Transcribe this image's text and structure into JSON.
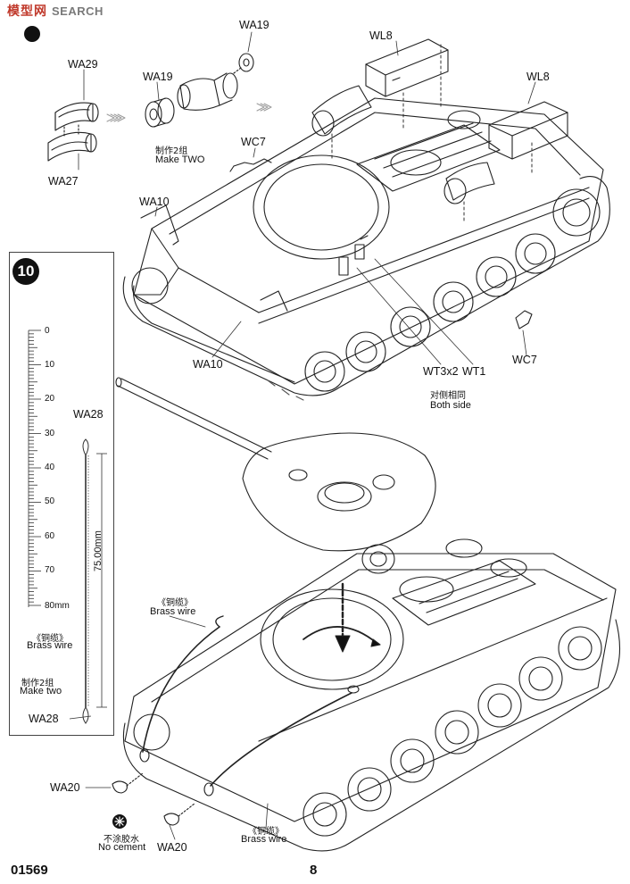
{
  "watermark": {
    "cn": "模型网",
    "en": "SEARCH"
  },
  "step": {
    "number": "10"
  },
  "labels": {
    "wa29": "WA29",
    "wa27": "WA27",
    "wa19_top": "WA19",
    "wa19_left": "WA19",
    "make_two_cn": "制作2组",
    "make_two_en": "Make TWO",
    "wc7_top": "WC7",
    "wl8_left": "WL8",
    "wl8_right": "WL8",
    "wa10_top": "WA10",
    "wa10_bottom": "WA10",
    "wc7_right": "WC7",
    "wt3x2": "WT3x2",
    "wt1": "WT1",
    "both_side_cn": "对侧相同",
    "both_side_en": "Both side",
    "brass_wire_top_cn": "《铜缆》",
    "brass_wire_top_en": "Brass wire",
    "brass_wire_bottom_cn": "《铜缆》",
    "brass_wire_bottom_en": "Brass wire",
    "wa20_top": "WA20",
    "wa20_bottom": "WA20",
    "no_cement_cn": "不涂胶水",
    "no_cement_en": "No cement"
  },
  "side_panel": {
    "ruler_ticks": [
      "0",
      "10",
      "20",
      "30",
      "40",
      "50",
      "60",
      "70",
      "80mm"
    ],
    "wa28_top": "WA28",
    "wa28_bottom": "WA28",
    "length": "75.00mm",
    "brass_wire_cn": "《铜缆》",
    "brass_wire_en": "Brass wire",
    "make_two_cn": "制作2组",
    "make_two_en": "Make two"
  },
  "footer": {
    "code": "01569",
    "page": "8"
  }
}
